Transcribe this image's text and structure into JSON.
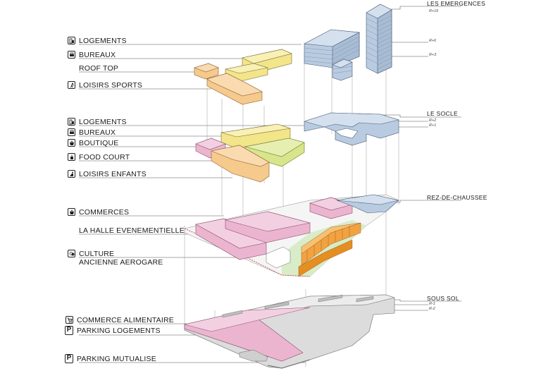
{
  "left_labels": [
    {
      "icon": "apartment-icon",
      "text": "LOGEMENTS"
    },
    {
      "icon": "office-printer-icon",
      "text": "BUREAUX"
    },
    {
      "icon": "",
      "text": "ROOF TOP"
    },
    {
      "icon": "running-person-icon",
      "text": "LOISIRS SPORTS"
    },
    {
      "icon": "apartment-icon",
      "text": "LOGEMENTS"
    },
    {
      "icon": "office-printer-icon",
      "text": "BUREAUX"
    },
    {
      "icon": "shopping-basket-icon",
      "text": "BOUTIQUE"
    },
    {
      "icon": "food-cup-icon",
      "text": "FOOD COURT"
    },
    {
      "icon": "child-play-icon",
      "text": "LOISIRS ENFANTS"
    },
    {
      "icon": "shopping-basket-icon",
      "text": "COMMERCES"
    },
    {
      "icon": "",
      "text": "LA HALLE EVENEMENTIELLE"
    },
    {
      "icon": "culture-masks-icon",
      "text": "CULTURE"
    },
    {
      "icon": "",
      "text": "ANCIENNE AEROGARE"
    },
    {
      "icon": "shopping-cart-icon",
      "text": "COMMERCE ALIMENTAIRE"
    },
    {
      "icon": "parking-icon",
      "text": "PARKING LOGEMENTS"
    },
    {
      "icon": "parking-icon",
      "text": "PARKING MUTUALISE"
    }
  ],
  "right_labels": {
    "emergences": "LES EMERGENCES",
    "socle": "LE SOCLE",
    "rdc": "REZ-DE-CHAUSSEE",
    "sous_sol": "SOUS SOL"
  },
  "level_marks": {
    "r16": "R+16",
    "r6": "R+6",
    "r3": "R+3",
    "r2": "R+2",
    "r1": "R+1",
    "rm1": "R-1",
    "rm2": "R-2"
  },
  "colors": {
    "housing_blue": "#b9cbe0",
    "office_yellow": "#f2e58a",
    "leisure_orange": "#f6c98c",
    "retail_pink": "#ebb5cf",
    "green": "#d8e58a",
    "parking_grey": "#dcdcdc"
  }
}
